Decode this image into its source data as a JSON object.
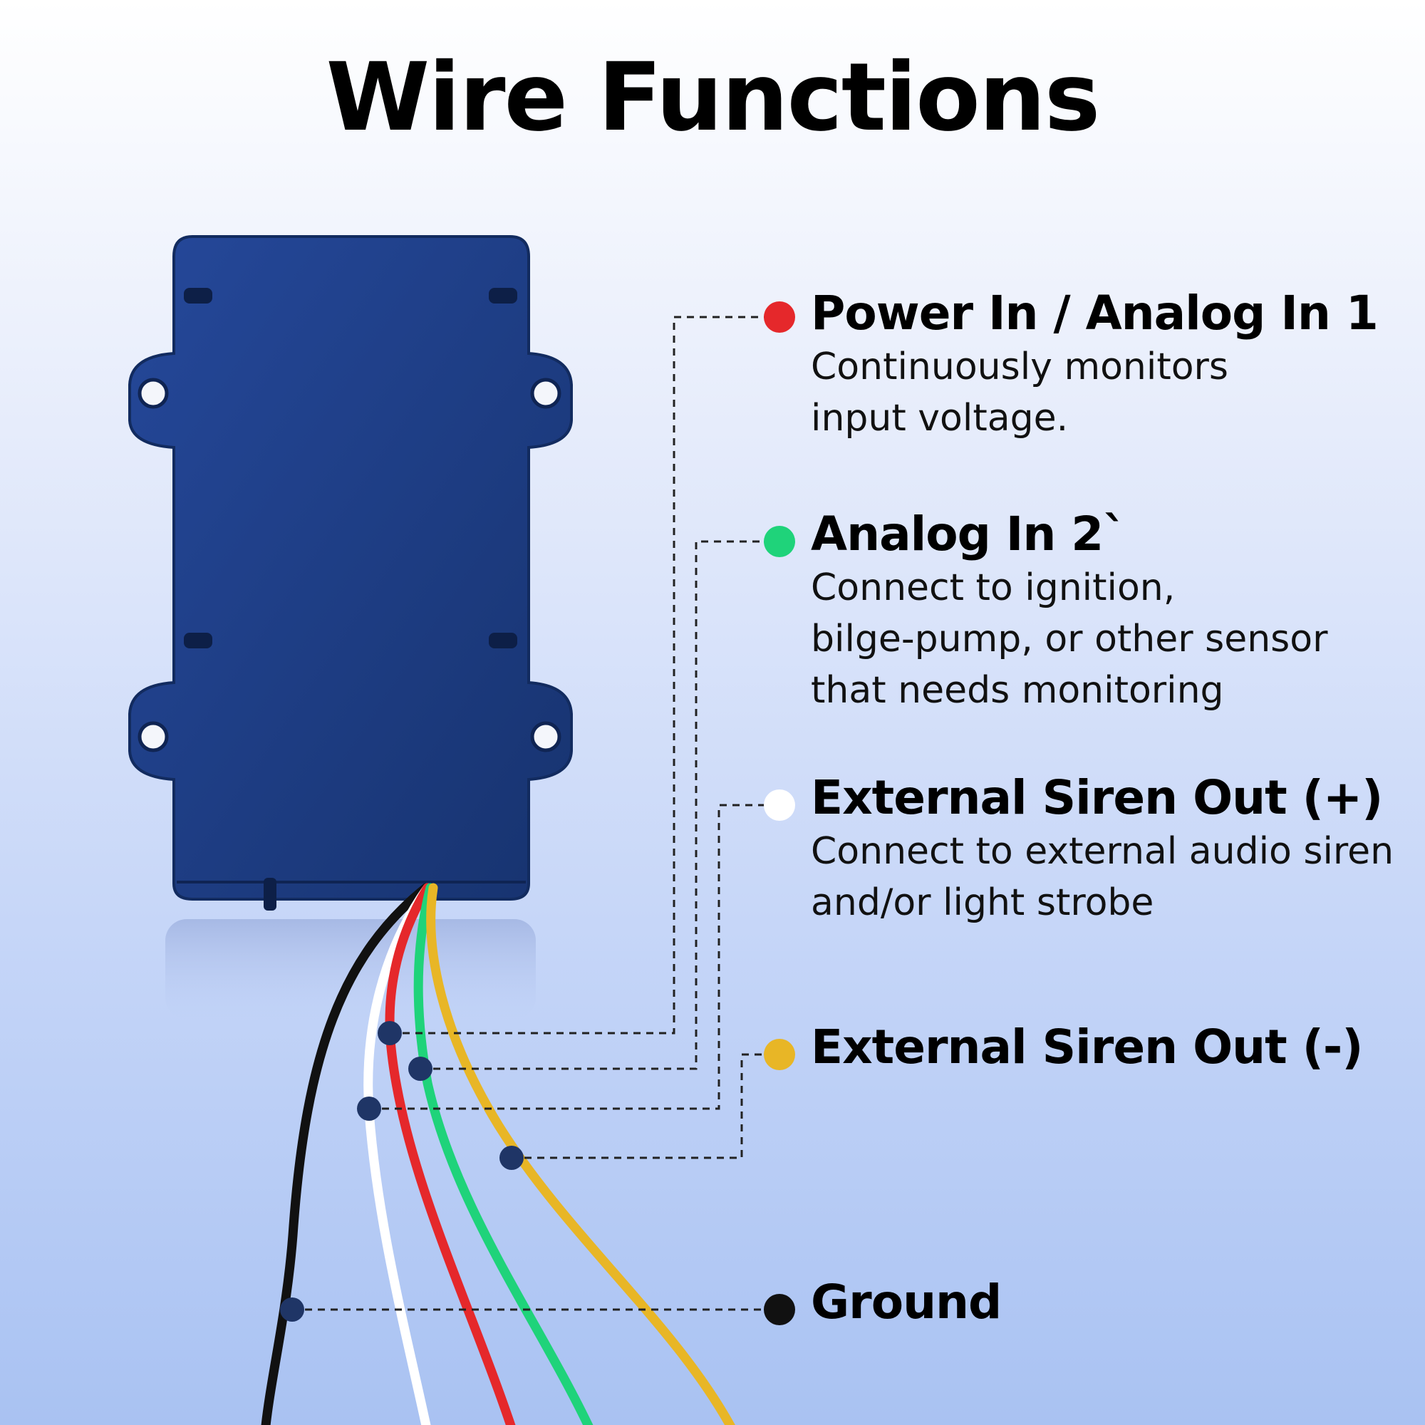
{
  "title": "Wire Functions",
  "colors": {
    "device": "#1e3f86",
    "red": "#e5282b",
    "green": "#1fd37a",
    "white": "#ffffff",
    "yellow": "#e8b626",
    "black": "#111111",
    "pin": "#1f3566"
  },
  "wires": [
    {
      "name": "Power In / Analog In 1",
      "color": "red",
      "description": [
        "Continuously monitors",
        "input voltage."
      ]
    },
    {
      "name": "Analog In 2`",
      "color": "green",
      "description": [
        "Connect to ignition,",
        "bilge-pump, or other sensor",
        "that needs monitoring"
      ]
    },
    {
      "name": "External Siren Out (+)",
      "color": "white",
      "description": [
        "Connect to external audio siren",
        "and/or light strobe"
      ]
    },
    {
      "name": "External Siren Out (-)",
      "color": "yellow",
      "description": []
    },
    {
      "name": "Ground",
      "color": "black",
      "description": []
    }
  ]
}
